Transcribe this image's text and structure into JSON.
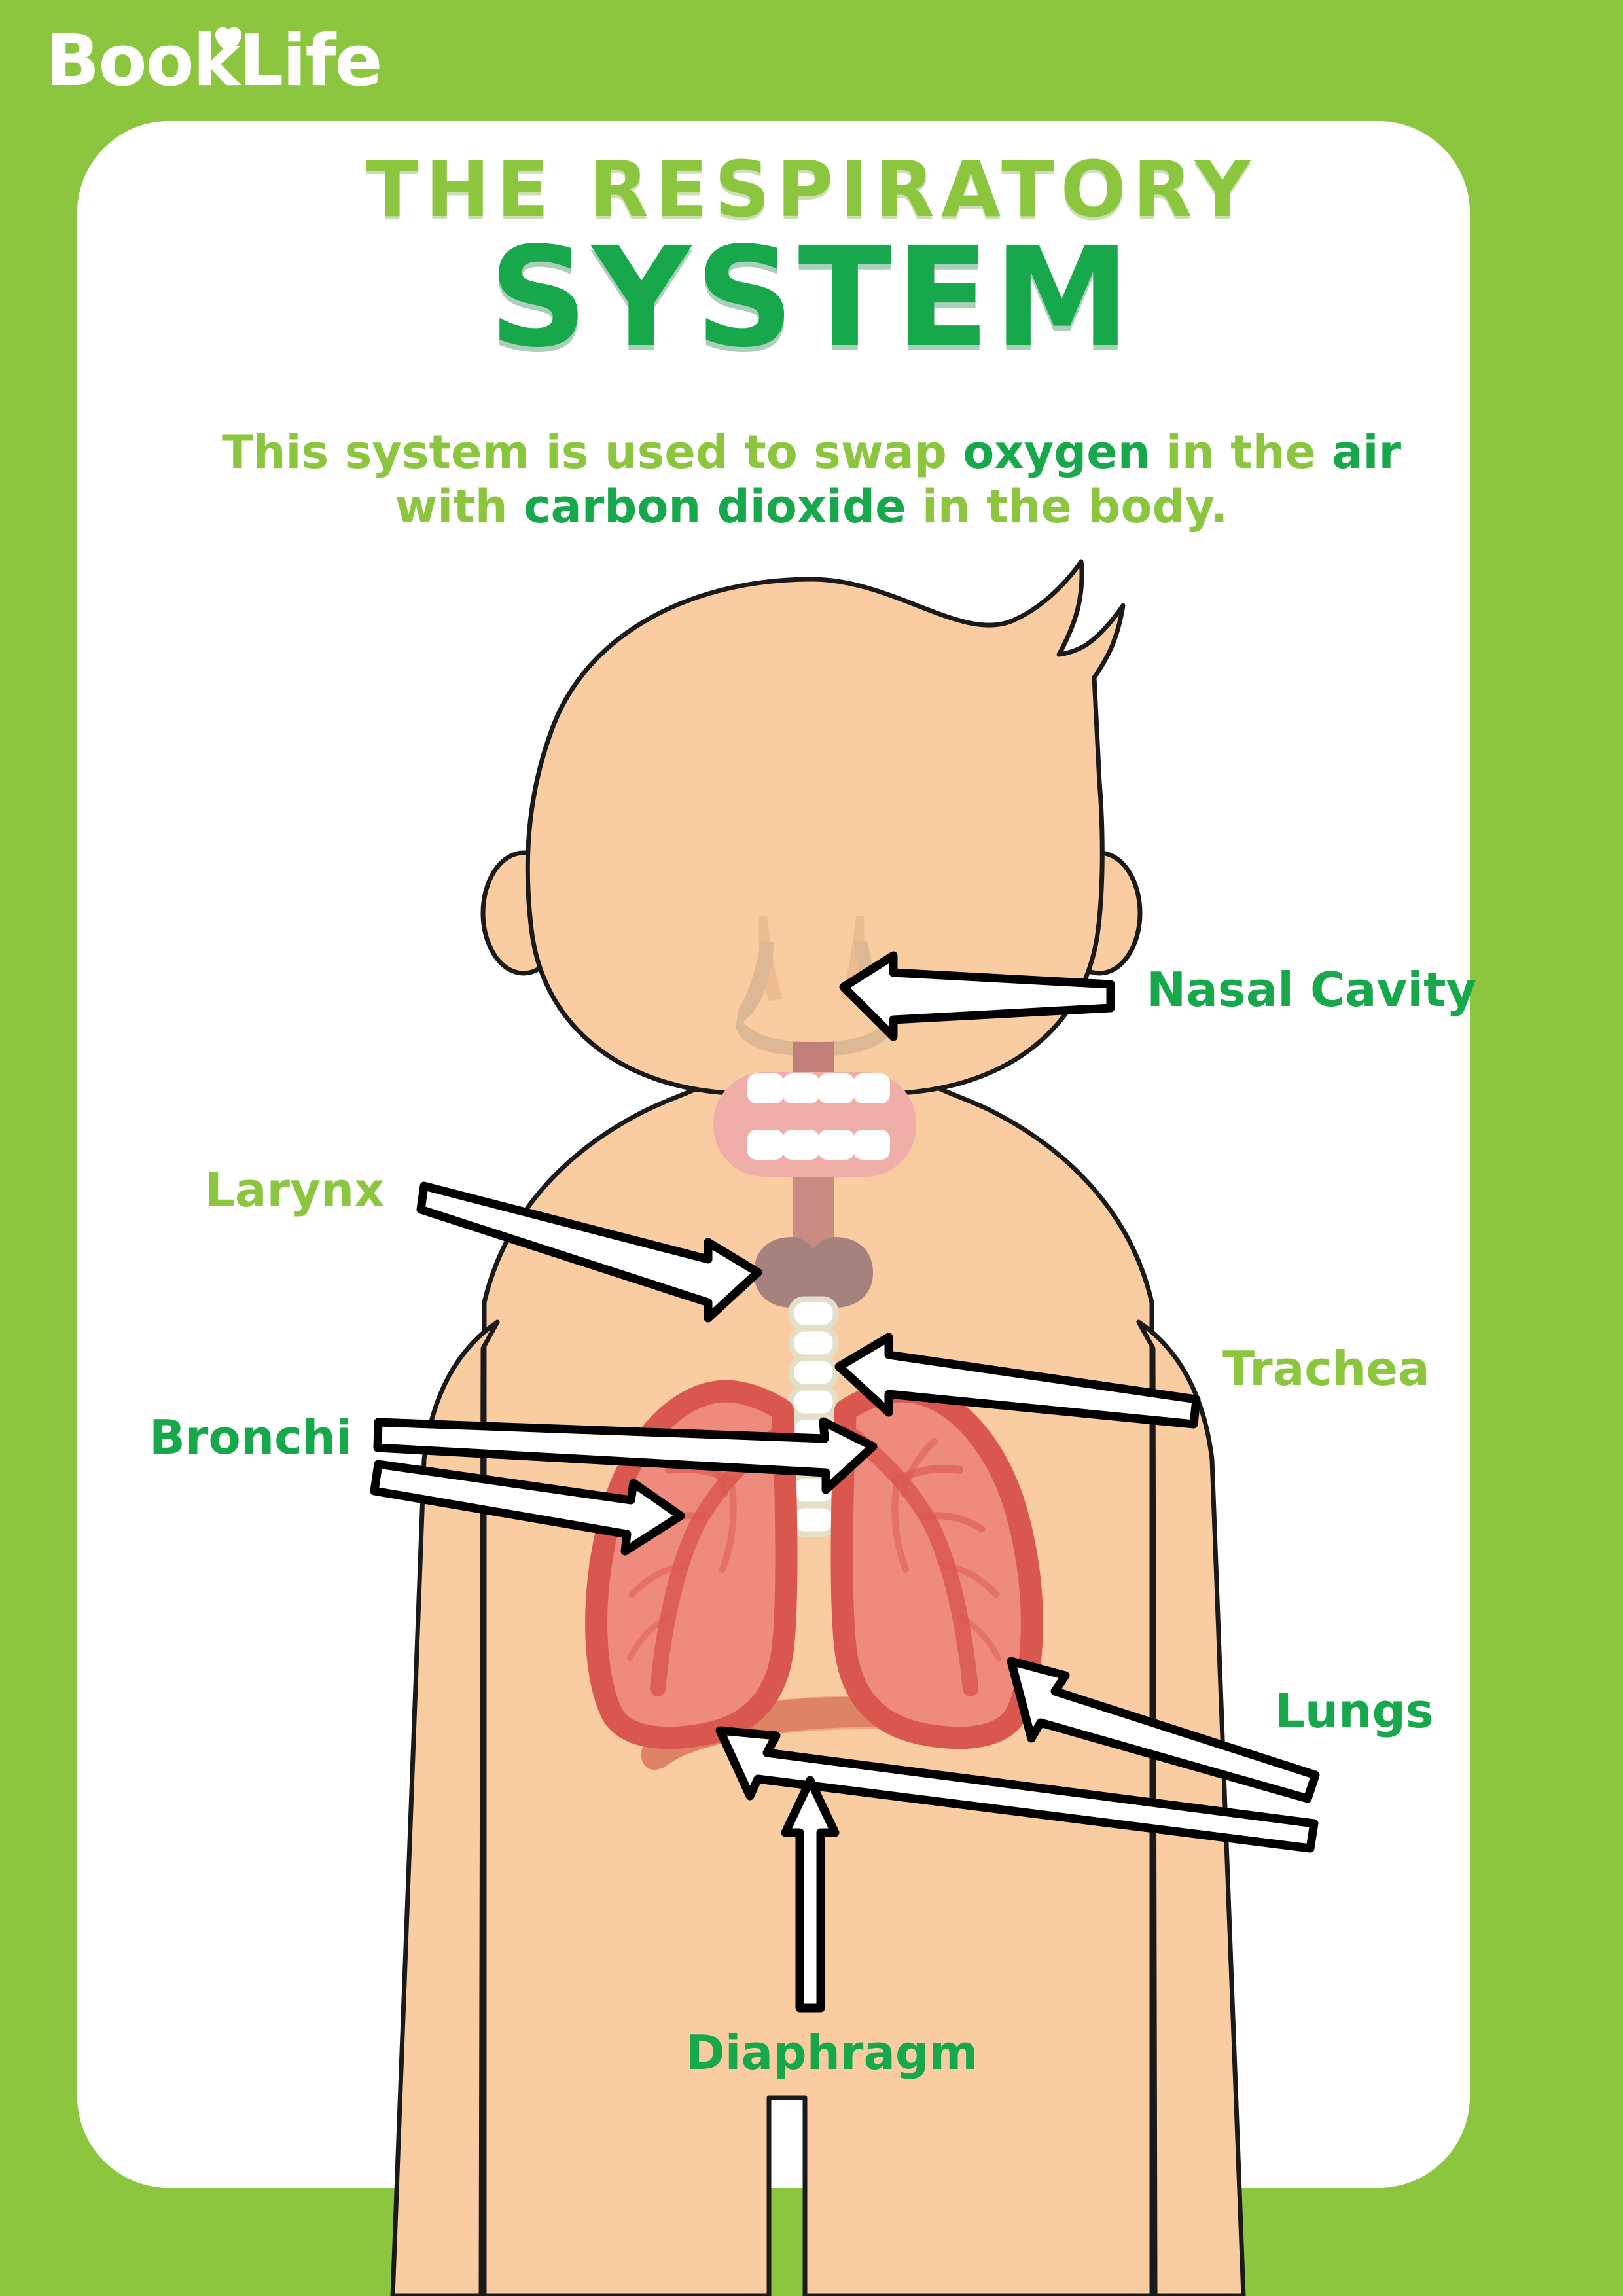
{
  "brand": {
    "name_part1": "Book",
    "name_part2": "Life",
    "icon": "heart-icon"
  },
  "header": {
    "title_line1": "THE RESPIRATORY",
    "title_line2": "SYSTEM",
    "subtitle_parts": [
      {
        "text": "This system is used to swap ",
        "emphasis": false
      },
      {
        "text": "oxygen",
        "emphasis": true
      },
      {
        "text": " in the ",
        "emphasis": false
      },
      {
        "text": "air",
        "emphasis": true
      },
      {
        "text": " with ",
        "emphasis": false
      },
      {
        "text": "carbon dioxide",
        "emphasis": true
      },
      {
        "text": " in the body.",
        "emphasis": false
      }
    ],
    "subtitle_l1_a": "This system is used to swap ",
    "subtitle_l1_b": "oxygen",
    "subtitle_l1_c": " in the ",
    "subtitle_l1_d": "air",
    "subtitle_l2_a": "with ",
    "subtitle_l2_b": "carbon dioxide",
    "subtitle_l2_c": " in the body."
  },
  "diagram": {
    "title": "The Respiratory System",
    "labels": [
      {
        "id": "nasal-cavity",
        "text": "Nasal Cavity",
        "color": "#17A84B",
        "side": "right",
        "arrows": 1
      },
      {
        "id": "larynx",
        "text": "Larynx",
        "color": "#8CC63F",
        "side": "left",
        "arrows": 1
      },
      {
        "id": "trachea",
        "text": "Trachea",
        "color": "#8CC63F",
        "side": "right",
        "arrows": 1
      },
      {
        "id": "bronchi",
        "text": "Bronchi",
        "color": "#17A84B",
        "side": "left",
        "arrows": 2
      },
      {
        "id": "lungs",
        "text": "Lungs",
        "color": "#17A84B",
        "side": "right",
        "arrows": 2
      },
      {
        "id": "diaphragm",
        "text": "Diaphragm",
        "color": "#17A84B",
        "side": "below",
        "arrows": 1
      }
    ]
  },
  "colors": {
    "background_green": "#8CC63F",
    "card_white": "#FFFFFF",
    "title_light_green": "#8CC63F",
    "title_dark_green": "#17A84B",
    "skin": "#F9CCA1",
    "skin_shadow": "#EDBE90",
    "outline_black": "#1A1A1A",
    "nasal_cavity_tan": "#DCB894",
    "throat_rose": "#C98B84",
    "mouth_pink": "#EFAFA8",
    "teeth_white": "#FFFFFF",
    "larynx_mauve": "#A5827E",
    "trachea_cream": "#EAE7D4",
    "lung_fill": "#EE8B7C",
    "lung_edge": "#D9574F",
    "diaphragm": "#DF8367",
    "diaphragm_edge": "#EFA87F",
    "arrow_fill": "#FFFFFF",
    "arrow_stroke": "#000000"
  }
}
